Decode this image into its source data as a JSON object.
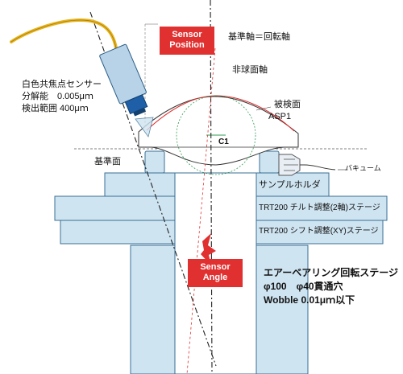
{
  "callouts": {
    "sensor_position": [
      "Sensor",
      "Position"
    ],
    "sensor_angle": [
      "Sensor",
      "Angle"
    ]
  },
  "labels": {
    "reference_axis": "基準軸＝回転軸",
    "aspheric_axis": "非球面軸",
    "sensor_name": "白色共焦点センサー",
    "resolution": "分解能　0.005μｍ",
    "range": "検出範囲 400μｍ",
    "sample_surface": "被検面",
    "sample_name": "ASP1",
    "c1": "C1",
    "reference_surface": "基準面",
    "vacuum": "バキューム",
    "sample_holder": "サンプルホルダ",
    "tilt_stage": "TRT200 チルト調整(2軸)ステージ",
    "shift_stage": "TRT200 シフト調整(XY)ステージ",
    "air_bearing": "エアーベアリング回転ステージ",
    "bore": "φ100　φ40貫通穴",
    "wobble": "Wobble 0.01μｍ以下"
  },
  "colors": {
    "stage_fill": "#cfe4f1",
    "stage_stroke": "#3a6f95",
    "accent_red": "#e0302f",
    "cable": "#e7b320",
    "sensor_body": "#b8d3e8",
    "sensor_head": "#1f5fa8"
  }
}
